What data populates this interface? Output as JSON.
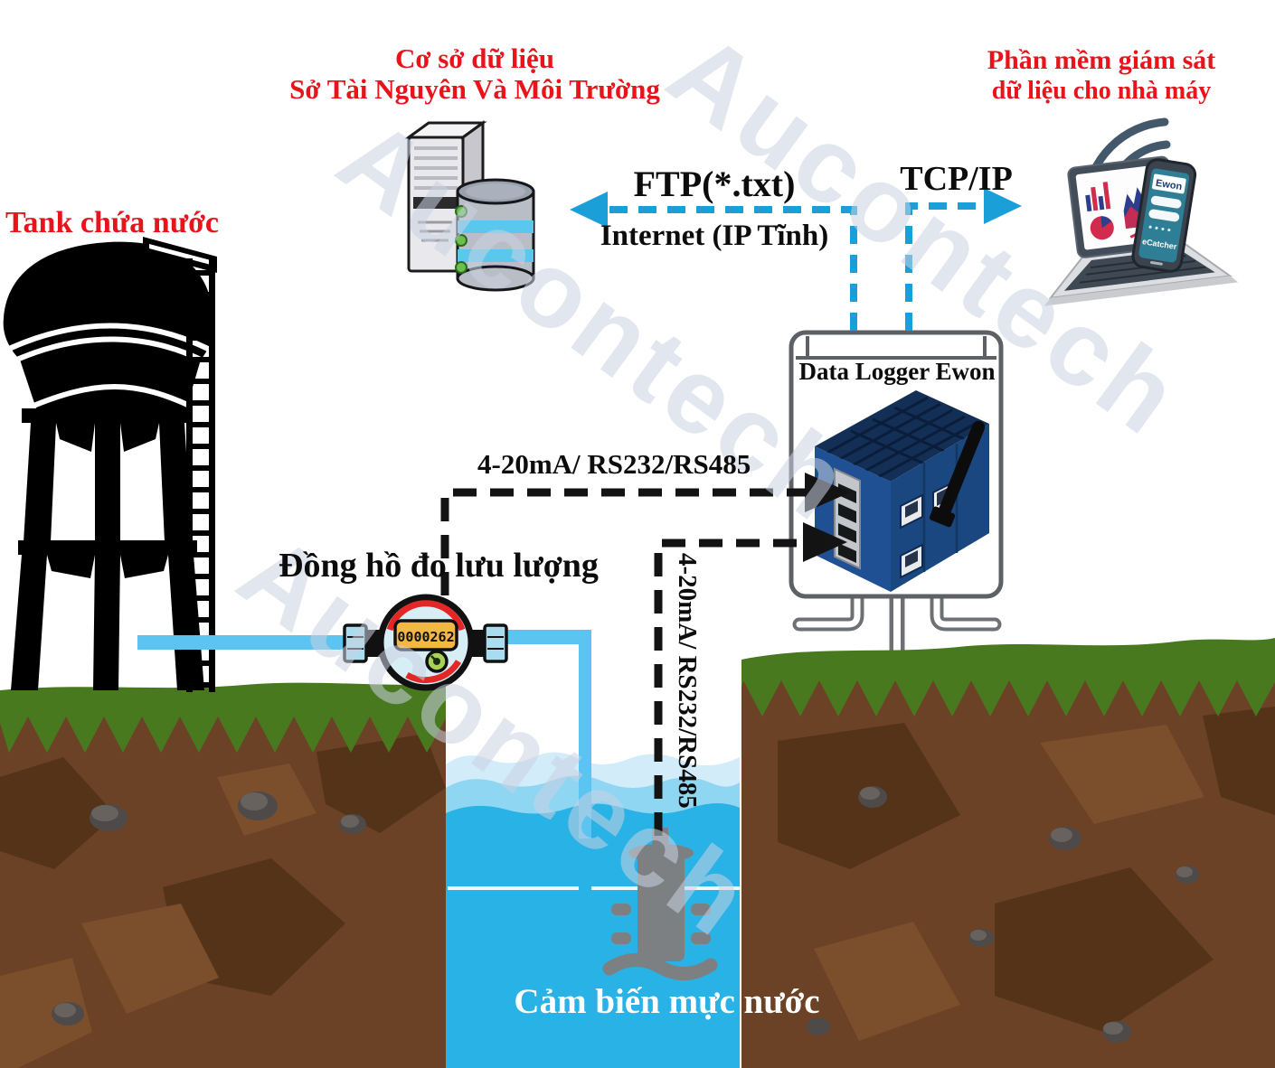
{
  "watermark": {
    "text": "Aucontech"
  },
  "tank": {
    "label": "Tank chứa nước"
  },
  "database_label": {
    "line1": "Cơ sở dữ liệu",
    "line2": "Sở Tài Nguyên Và Môi Trường"
  },
  "software_label": {
    "line1": "Phần mềm giám sát",
    "line2": "dữ liệu cho nhà máy"
  },
  "links": {
    "ftp": "FTP(*.txt)",
    "internet": "Internet (IP Tĩnh)",
    "tcpip": "TCP/IP",
    "flow_signal": "4-20mA/ RS232/RS485",
    "level_signal": "4-20mA/ RS232/RS485"
  },
  "data_logger": {
    "title": "Data Logger Ewon"
  },
  "flow_meter": {
    "label": "Đồng hồ đo lưu lượng",
    "reading": "0000262"
  },
  "level_sensor": {
    "label": "Cảm biến mực nước"
  },
  "phone": {
    "brand": "Ewon",
    "app": "eCatcher"
  },
  "colors": {
    "label_red": "#e9141b",
    "dashed_blue": "#1b9fd9",
    "dashed_black": "#131313",
    "water": "#29b2e5",
    "pipe": "#5cc4f0",
    "grass": "#49791f",
    "soil": "#6b4226",
    "device_blue": "#1e5093"
  }
}
